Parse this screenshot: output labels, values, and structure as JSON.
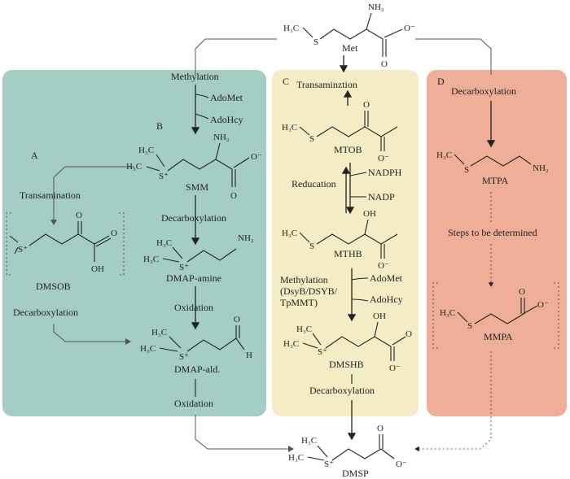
{
  "panels": {
    "a": {
      "letter": "A",
      "color": "#a4cdc3"
    },
    "b": {
      "letter": "B"
    },
    "c": {
      "letter": "C",
      "color": "#f3ecc4"
    },
    "d": {
      "letter": "D",
      "color": "#eeae98"
    }
  },
  "steps": {
    "methylation": "Methylation",
    "adomet_b": "AdoMet",
    "adohey_b": "AdoHcy",
    "transamination_a": "Transamination",
    "decarboxylation_a": "Decarboxylation",
    "decarboxylation_b": "Decarboxylation",
    "oxidation_1": "Oxidation",
    "oxidation_2": "Oxidation",
    "transamination_c": "Transaminztion",
    "reduction_c": "Reducation",
    "nadph": "NADPH",
    "nadp": "NADP",
    "methylation_c_1": "Methylation",
    "methylation_c_2": "(DsyB/DSYB/",
    "methylation_c_3": "TpMMT)",
    "adomet_c": "AdoMet",
    "adohey_c": "AdoHcy",
    "decarboxylation_c": "Decarboxylation",
    "decarboxylation_d": "Decarboxylation",
    "undetermined_d": "Steps to be determined"
  },
  "compounds": {
    "met": "Met",
    "smm": "SMM",
    "dmsob": "DMSOB",
    "dmap_amine": "DMAP-amine",
    "dmap_ald": "DMAP-ald.",
    "mtob": "MTOB",
    "mthb": "MTHB",
    "dmshb": "DMSHB",
    "mtpa": "MTPA",
    "mmpa": "MMPA",
    "dmsp": "DMSP"
  },
  "atoms": {
    "h3c": "H₃C",
    "s": "S",
    "s_plus": "S⁺",
    "nh2": "NH₂",
    "o": "O",
    "o_minus": "O⁻",
    "oh": "OH",
    "h": "H"
  }
}
